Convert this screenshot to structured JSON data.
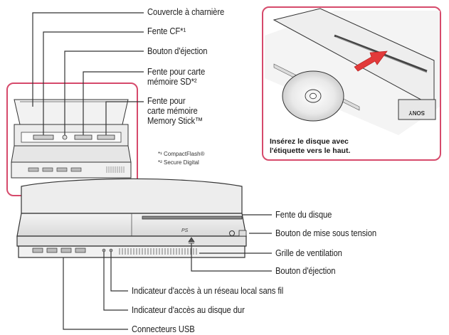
{
  "labels": {
    "hinged_cover": "Couvercle à charnière",
    "cf_slot": "Fente CF*¹",
    "eject_button_top": "Bouton d'éjection",
    "sd_slot_line1": "Fente pour carte",
    "sd_slot_line2": "mémoire SD*²",
    "ms_slot_line1": "Fente pour",
    "ms_slot_line2": "carte mémoire",
    "ms_slot_line3": "Memory Stick™",
    "disc_slot": "Fente du disque",
    "power_button": "Bouton de mise sous tension",
    "vent": "Grille de ventilation",
    "eject_button_bottom": "Bouton d'éjection",
    "wifi_indicator": "Indicateur d'accès à un réseau local sans fil",
    "hdd_indicator": "Indicateur d'accès au disque dur",
    "usb": "Connecteurs USB"
  },
  "footnotes": {
    "note1": "*¹ CompactFlash®",
    "note2": "*² Secure Digital"
  },
  "inset": {
    "caption_line1": "Insérez le disque avec",
    "caption_line2": "l'étiquette vers le haut.",
    "brand": "SONY"
  },
  "colors": {
    "callout_frame": "#d64a6b",
    "arrow": "#e23a3a",
    "leader": "#333333"
  }
}
